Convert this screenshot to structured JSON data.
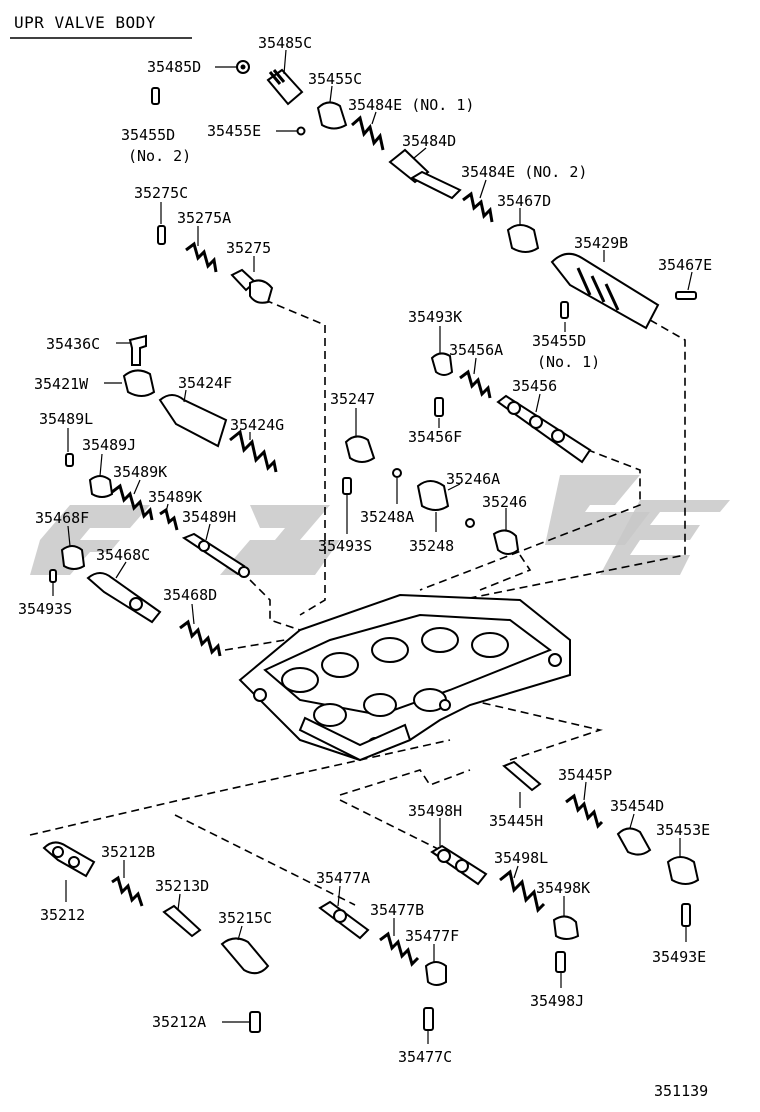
{
  "title": "UPR VALVE BODY",
  "figure_number": "351139",
  "labels": {
    "p35485C": "35485C",
    "p35485D": "35485D",
    "p35455C": "35455C",
    "p35455D2": "35455D",
    "p35455D2_note": "(No. 2)",
    "p35484E1": "35484E (NO. 1)",
    "p35455E": "35455E",
    "p35484D": "35484D",
    "p35484E2": "35484E (NO. 2)",
    "p35275C": "35275C",
    "p35275A": "35275A",
    "p35275": "35275",
    "p35467D": "35467D",
    "p35429B": "35429B",
    "p35467E": "35467E",
    "p35436C": "35436C",
    "p35493K": "35493K",
    "p35455D1": "35455D",
    "p35455D1_note": "(No. 1)",
    "p35456A": "35456A",
    "p35421W": "35421W",
    "p35424F": "35424F",
    "p35456": "35456",
    "p35247": "35247",
    "p35489L": "35489L",
    "p35424G": "35424G",
    "p35456F": "35456F",
    "p35489J": "35489J",
    "p35489K_a": "35489K",
    "p35246A": "35246A",
    "p35489K_b": "35489K",
    "p35246": "35246",
    "p35468F": "35468F",
    "p35489H": "35489H",
    "p35248A": "35248A",
    "p35493S_a": "35493S",
    "p35248": "35248",
    "p35468C": "35468C",
    "p35493S_b": "35493S",
    "p35468D": "35468D",
    "p35445P": "35445P",
    "p35454D": "35454D",
    "p35445H": "35445H",
    "p35453E": "35453E",
    "p35498H": "35498H",
    "p35212B": "35212B",
    "p35498L": "35498L",
    "p35212": "35212",
    "p35213D": "35213D",
    "p35477A": "35477A",
    "p35498K": "35498K",
    "p35215C": "35215C",
    "p35477B": "35477B",
    "p35477F": "35477F",
    "p35493E": "35493E",
    "p35498J": "35498J",
    "p35212A": "35212A",
    "p35477C": "35477C"
  },
  "colors": {
    "ink": "#000000",
    "background": "#ffffff",
    "watermark": "#c8c8c8"
  }
}
